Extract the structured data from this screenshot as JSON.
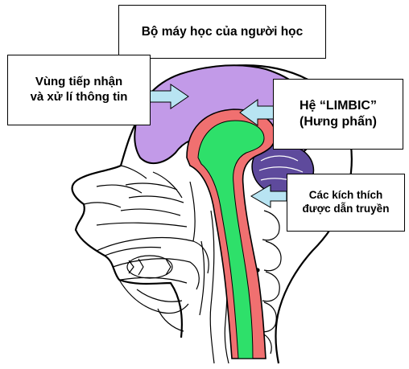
{
  "labels": {
    "learner_apparatus": "Bộ máy học của người học",
    "reception_zone_line1": "Vùng tiếp nhận",
    "reception_zone_line2": "và xử lí thông tin",
    "limbic_line1": "Hệ “LIMBIC”",
    "limbic_line2": "(Hưng phấn)",
    "stimuli_line1": "Các kích thích",
    "stimuli_line2": "được dẫn truyền"
  },
  "colors": {
    "cerebrum": "#c29ae8",
    "brainstem_outer": "#f07070",
    "brainstem_inner": "#2ee06a",
    "arrow": "#b8e4f2",
    "outline": "#000000"
  }
}
